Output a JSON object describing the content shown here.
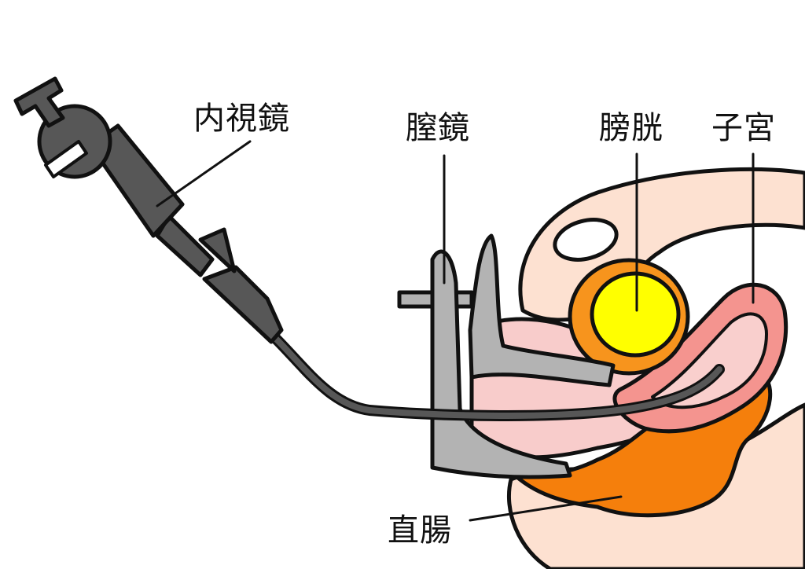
{
  "labels": {
    "endoscope": "内視鏡",
    "speculum": "膣鏡",
    "bladder": "膀胱",
    "uterus": "子宮",
    "rectum": "直腸"
  },
  "colors": {
    "body": "#fde1d1",
    "vagina": "#f8cccb",
    "bladder_wall": "#f7941d",
    "bladder_inner": "#ffff00",
    "uterus": "#f4948f",
    "uterus_inner": "#f9cfcd",
    "rectum": "#f57f0c",
    "speculum": "#b3b3b3",
    "endoscope": "#575757",
    "outline": "#111111"
  }
}
